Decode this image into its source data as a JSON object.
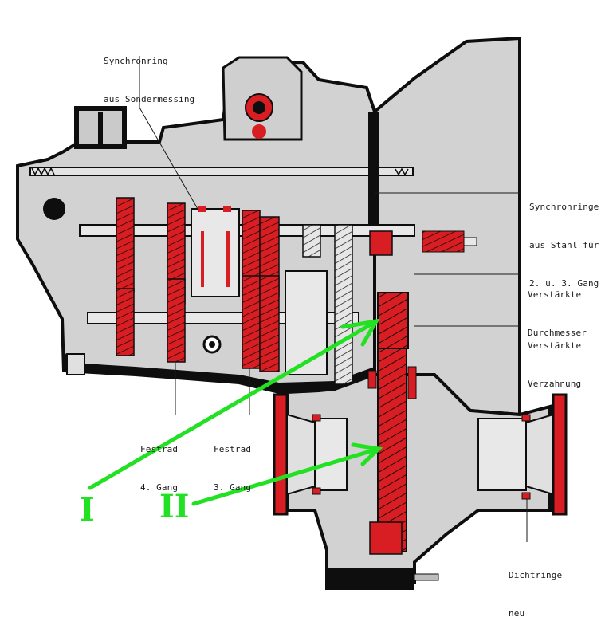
{
  "diagram": {
    "title": "Getriebe Schnittdarstellung",
    "colors": {
      "housing": "#d2d2d2",
      "outline": "#0e0e0e",
      "highlight": "#d81e22",
      "annotation_arrow": "#22e022",
      "leader_line": "#1a1a1a",
      "background": "#ffffff"
    },
    "labels": [
      {
        "id": "synchronring-sondermessing",
        "line1": "Synchronring",
        "line2": "aus Sondermessing",
        "line3": ""
      },
      {
        "id": "synchronringe-stahl",
        "line1": "Synchronringe",
        "line2": "aus Stahl für",
        "line3": "2. u. 3. Gang"
      },
      {
        "id": "verstaerkte-durchmesser",
        "line1": "Verstärkte",
        "line2": "Durchmesser",
        "line3": ""
      },
      {
        "id": "verstaerkte-verzahnung",
        "line1": "Verstärkte",
        "line2": "Verzahnung",
        "line3": ""
      },
      {
        "id": "festrad-4-gang",
        "line1": "Festrad",
        "line2": "4. Gang",
        "line3": ""
      },
      {
        "id": "festrad-3-gang",
        "line1": "Festrad",
        "line2": "3. Gang",
        "line3": ""
      },
      {
        "id": "dichtringe-neu",
        "line1": "Dichtringe",
        "line2": "neu",
        "line3": ""
      }
    ],
    "annotations": [
      {
        "id": "marker-I",
        "text": "I",
        "points_to": "Verstärkte Verzahnung (upper final-drive gear)"
      },
      {
        "id": "marker-II",
        "text": "II",
        "points_to": "Ring gear (differential)"
      }
    ]
  }
}
